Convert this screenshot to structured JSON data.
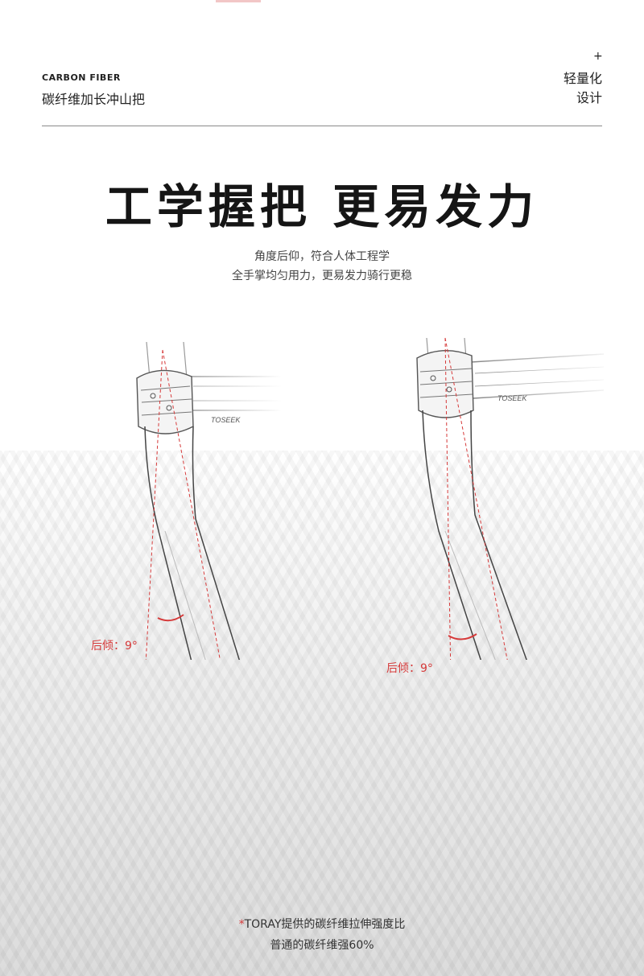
{
  "header": {
    "en_label": "CARBON FIBER",
    "cn_label": "碳纤维加长冲山把",
    "plus": "+",
    "right_line1": "轻量化",
    "right_line2": "设计"
  },
  "headline": "工学握把 更易发力",
  "subtitle": {
    "line1": "角度后仰，符合人体工程学",
    "line2": "全手掌均匀用力，更易发力骑行更稳"
  },
  "angle_labels": {
    "left": "后倾：9°",
    "right": "后倾：9°"
  },
  "brand_marks": {
    "left": "TOSEEK",
    "right": "TOSEEK"
  },
  "note": {
    "star": "*",
    "line1": "TORAY提供的碳纤维拉伸强度比",
    "line2": "普通的碳纤维强60%"
  },
  "colors": {
    "accent_red": "#d63a3a",
    "text_dark": "#151515"
  }
}
